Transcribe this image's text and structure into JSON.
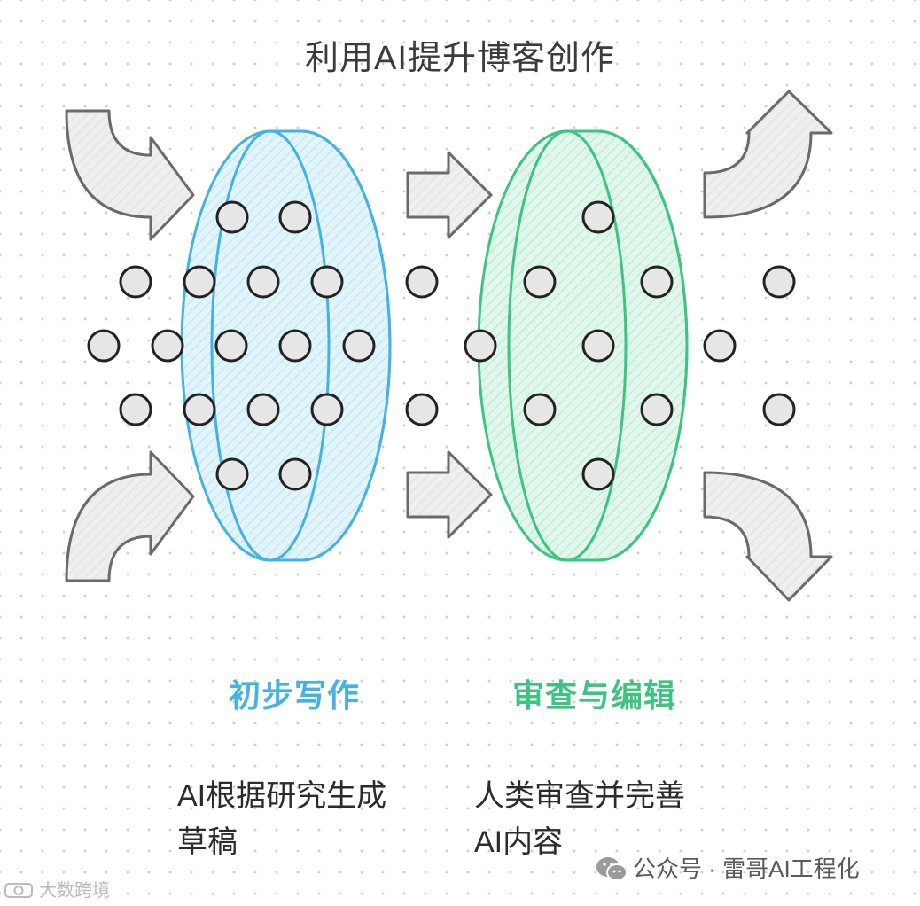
{
  "title": "利用AI提升博客创作",
  "stages": [
    {
      "title": "初步写作",
      "desc_line1": "AI根据研究生成",
      "desc_line2": "草稿",
      "color": "#46b2e0"
    },
    {
      "title": "审查与编辑",
      "desc_line1": "人类审查并完善",
      "desc_line2": "AI内容",
      "color": "#3fc381"
    }
  ],
  "footer": {
    "icon": "wechat-icon",
    "text": "公众号 · 雷哥AI工程化"
  },
  "watermark": {
    "icon": "camera-icon",
    "text": "大数跨境"
  }
}
